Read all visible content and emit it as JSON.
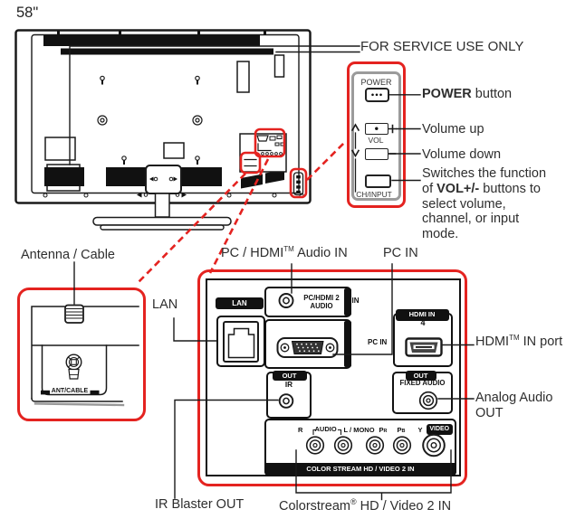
{
  "colors": {
    "accent_red": "#e42320",
    "line": "#1a1a1a",
    "panel_gray": "#9b9b9b"
  },
  "tv": {
    "size_label": "58\""
  },
  "annotations": {
    "service": "FOR SERVICE USE ONLY",
    "power_bold": "POWER",
    "power_rest": " button",
    "volume_up": "Volume up",
    "volume_down": "Volume down",
    "ch_input_pre": "Switches the function\nof ",
    "ch_input_bold": "VOL+/-",
    "ch_input_post": " buttons to\nselect volume,\nchannel, or input\nmode.",
    "antenna": "Antenna / Cable",
    "lan": "LAN",
    "pc_hdmi_audio_pre": "PC / HDMI",
    "pc_hdmi_audio_sup": "TM",
    "pc_hdmi_audio_post": " Audio IN",
    "pc_in": "PC IN",
    "hdmi_pre": "HDMI",
    "hdmi_sup": "TM",
    "hdmi_post": " IN port",
    "analog_line1": "Analog Audio",
    "analog_line2": "OUT",
    "ir_blaster": "IR Blaster OUT",
    "colorstream_pre": "Colorstream",
    "colorstream_sup": "®",
    "colorstream_post": " HD / Video 2 IN"
  },
  "control_panel": {
    "power": "POWER",
    "vol": "VOL",
    "ch_input": "CH/INPUT"
  },
  "io_panel": {
    "lan": "LAN",
    "audio_line1": "PC/HDMI 2",
    "audio_line2": "AUDIO",
    "audio_in": "IN",
    "pc_in": "PC IN",
    "hdmi_header": "HDMI IN",
    "hdmi_num": "4",
    "out": "OUT",
    "ir": "IR",
    "fixed_audio": "FIXED AUDIO",
    "av": {
      "r": "R",
      "audio": "AUDIO",
      "l_mono": "L / MONO",
      "p": "P",
      "r_sub": "R",
      "b_sub": "B",
      "y": "Y",
      "video": "VIDEO"
    },
    "colorstream_bar": "COLOR STREAM HD / VIDEO 2 IN"
  },
  "ant_panel": {
    "label": "ANT/CABLE"
  }
}
